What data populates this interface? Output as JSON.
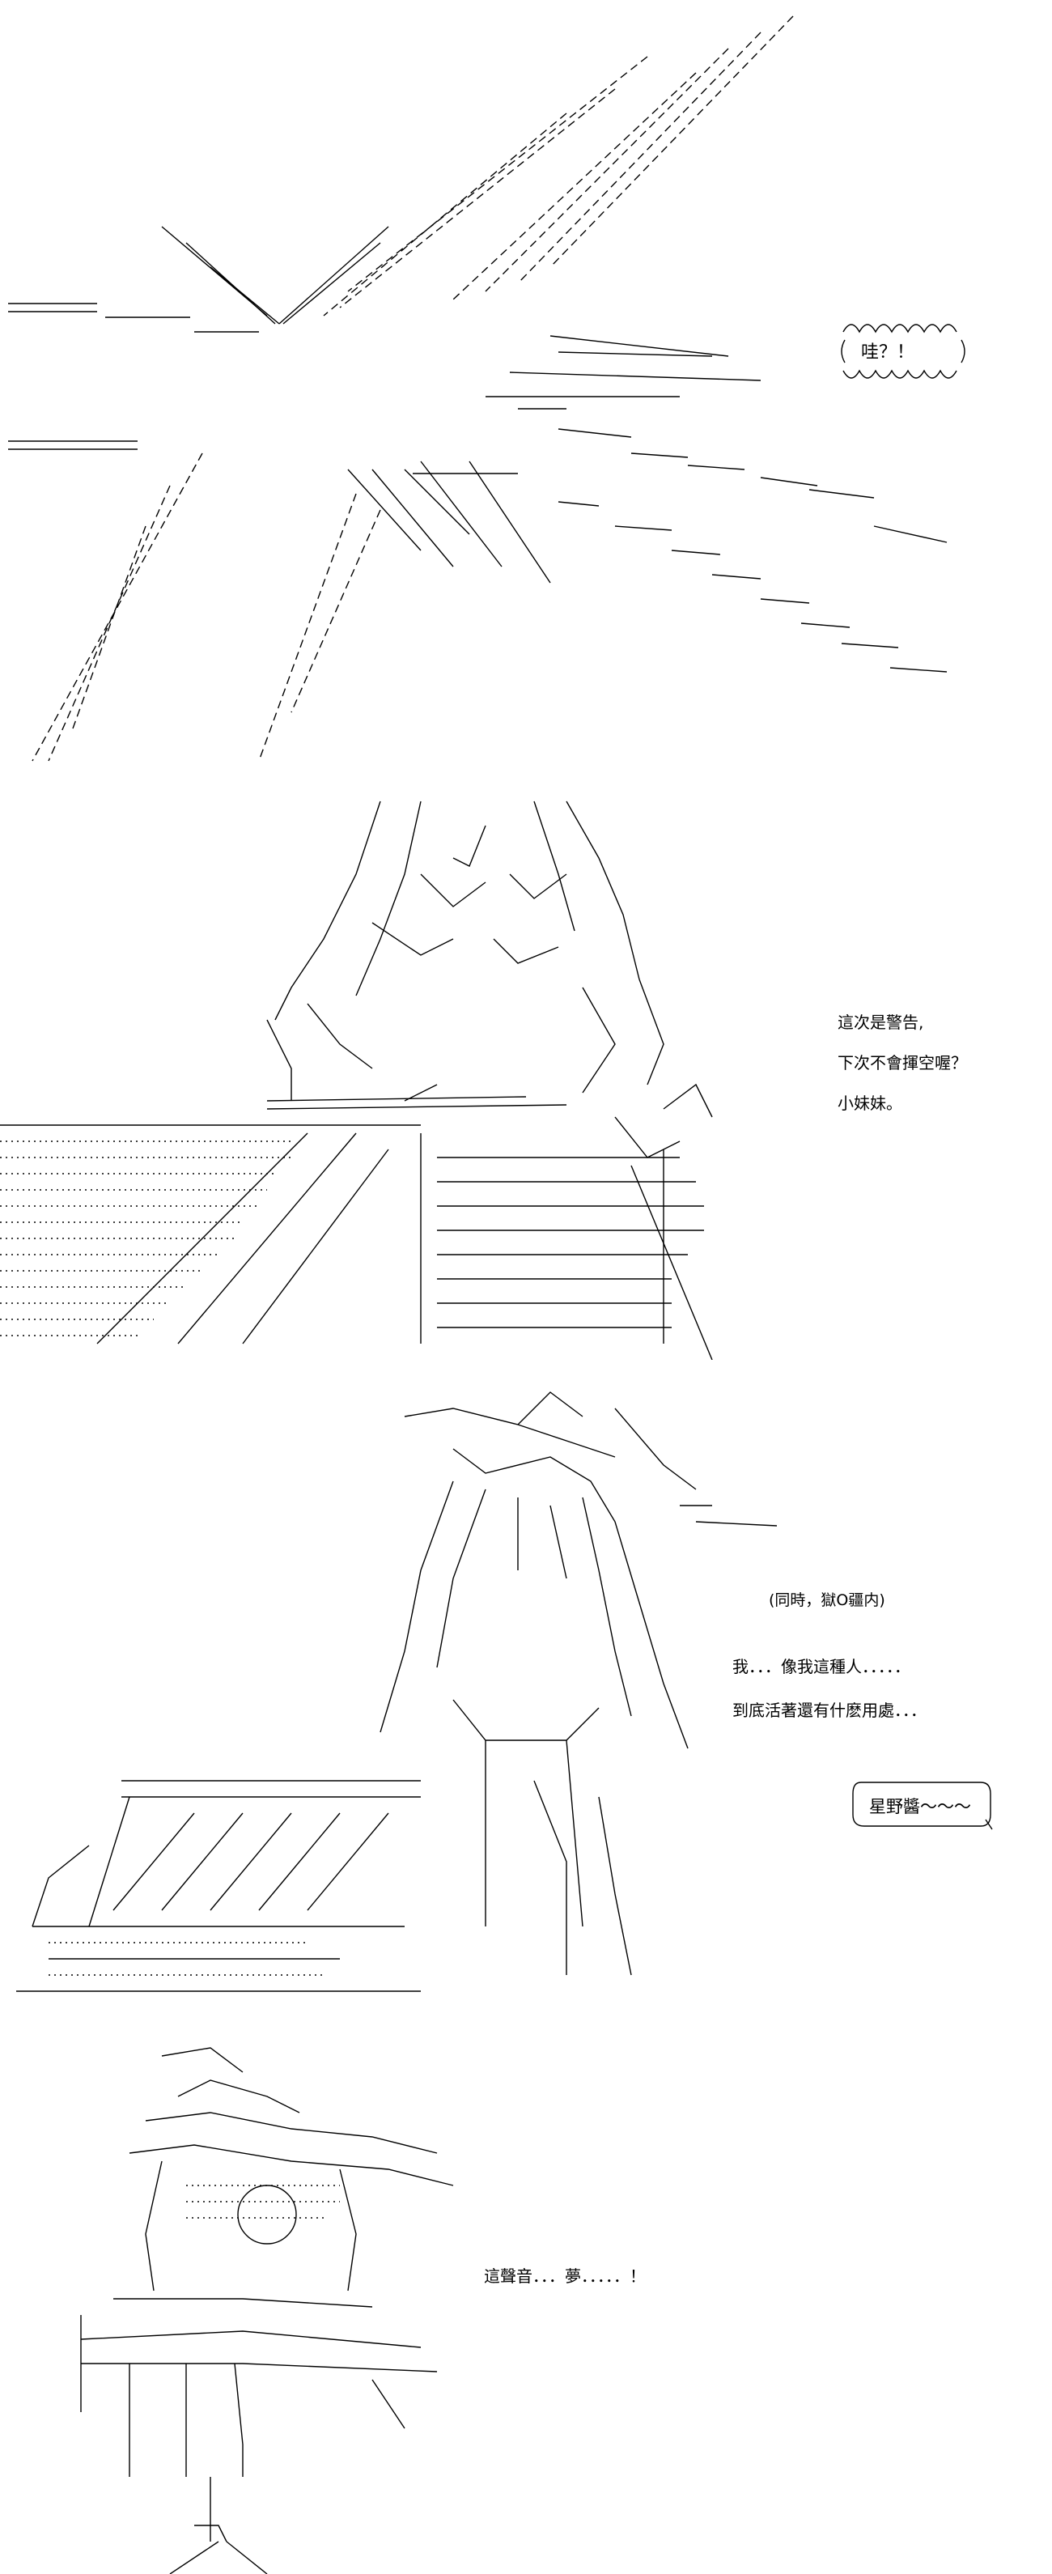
{
  "panel1": {
    "sfx_bubble": "哇？！"
  },
  "panel2": {
    "dialogue": [
      "這次是警告,",
      "下次不會揮空喔？",
      "小妹妹。"
    ]
  },
  "panel3": {
    "narration": "(同時，獄O疆内)",
    "dialogue": [
      "我．．．像我這種人．．．．．",
      "到底活著還有什麽用處．．．"
    ],
    "bubble": "星野醬～～～"
  },
  "panel4": {
    "dialogue": "這聲音．．．夢．．．．．！"
  },
  "colors": {
    "ink": "#000000",
    "paper": "#ffffff"
  }
}
